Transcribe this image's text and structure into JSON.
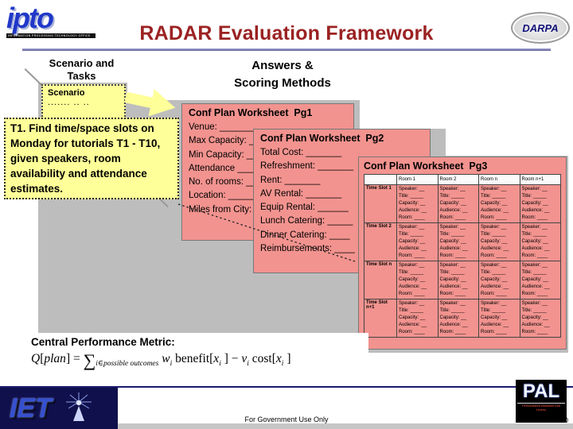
{
  "colors": {
    "title_red": "#9B2222",
    "worksheet_pink": "#F2938F",
    "note_yellow": "#FFFF99",
    "backdrop_gray": "#BDBDBD",
    "navy": "#10104C"
  },
  "header": {
    "title": "RADAR Evaluation Framework"
  },
  "logos": {
    "ipto_text": "ipto",
    "ipto_subtext": "INFORMATION PROCESSING TECHNOLOGY OFFICE",
    "darpa_text": "DARPA",
    "iet_text": "IET",
    "pal_text": "PAL",
    "pal_subtext": "Personalized Assistant that Learns"
  },
  "scenario_section": {
    "heading_line1": "Scenario and",
    "heading_line2": "Tasks",
    "box_title": "Scenario",
    "box_dots": "....... .. ..",
    "task_text": "T1. Find time/space slots on Monday for tutorials T1 - T10, given speakers, room availability and attendance estimates."
  },
  "answers_section": {
    "heading_line1": "Answers &",
    "heading_line2": "Scoring Methods"
  },
  "worksheets": {
    "pg1": {
      "title": "Conf Plan Worksheet  Pg1",
      "lines": [
        "Venue: _________",
        "Max Capacity: _____",
        "Min Capacity: _____",
        "Attendance ________",
        "No. of rooms: _____",
        "Location: _________",
        "Miles from City: ____"
      ]
    },
    "pg2": {
      "title": "Conf Plan Worksheet  Pg2",
      "lines": [
        "Total Cost: _______",
        "Refreshment: _______",
        "Rent: _______",
        "AV Rental: _______",
        "Equip Rental: ______",
        "Lunch Catering: _____",
        "Dinner Catering: ____",
        "Reimbursements: ____"
      ]
    },
    "pg3": {
      "title": "Conf Plan Worksheet  Pg3",
      "col_headers": [
        "Room 1",
        "Room 2",
        "Room n",
        "Room n+1"
      ],
      "row_headers": [
        "Time Slot 1",
        "Time Slot 2",
        "Time Slot n",
        "Time Slot n+1"
      ],
      "cell_lines": [
        "Speaker: __",
        "Title: _____",
        "Capacity: __",
        "Audience: __",
        "Room: ____"
      ]
    }
  },
  "metric": {
    "heading": "Central Performance Metric:",
    "formula_parts": [
      {
        "text": "Q",
        "italic": true
      },
      {
        "text": "[",
        "italic": false
      },
      {
        "text": "plan",
        "italic": true
      },
      {
        "text": "] = ",
        "italic": false
      },
      {
        "text": "∑",
        "sigma": true
      },
      {
        "text": "i∈possible outcomes",
        "sub": true,
        "italic": true
      },
      {
        "text": " ",
        "italic": false
      },
      {
        "text": "w",
        "italic": true
      },
      {
        "text": "i",
        "sub": true,
        "italic": true
      },
      {
        "text": " benefit[",
        "italic": false
      },
      {
        "text": "x",
        "italic": true
      },
      {
        "text": "i",
        "sub": true,
        "italic": true
      },
      {
        "text": " ] − ",
        "italic": false
      },
      {
        "text": "v",
        "italic": true
      },
      {
        "text": "i",
        "sub": true,
        "italic": true
      },
      {
        "text": " cost[",
        "italic": false
      },
      {
        "text": "x",
        "italic": true
      },
      {
        "text": "i",
        "sub": true,
        "italic": true
      },
      {
        "text": " ]",
        "italic": false
      }
    ]
  },
  "footer": {
    "gov_text": "For Government Use Only",
    "slide_number": "0"
  }
}
